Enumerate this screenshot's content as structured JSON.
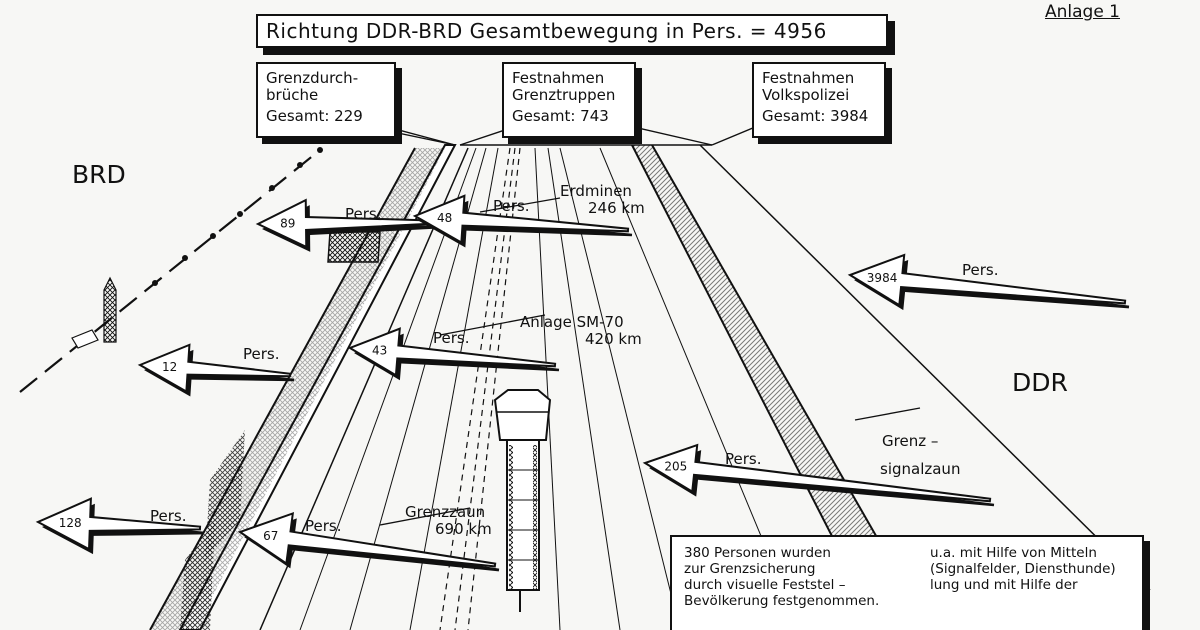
{
  "header": {
    "title": "Richtung DDR-BRD Gesamtbewegung in Pers. = 4956",
    "anlage": "Anlage 1"
  },
  "regions": {
    "west": "BRD",
    "east": "DDR"
  },
  "summary_boxes": [
    {
      "lines": [
        "Grenzdurch-",
        "brüche",
        "Gesamt: 229"
      ]
    },
    {
      "lines": [
        "Festnahmen",
        "Grenztruppen",
        "Gesamt: 743"
      ]
    },
    {
      "lines": [
        "Festnahmen",
        "Volkspolizei",
        "Gesamt: 3984"
      ]
    }
  ],
  "arrows": [
    {
      "value": "89",
      "unit": "Pers."
    },
    {
      "value": "48",
      "unit": "Pers."
    },
    {
      "value": "3984",
      "unit": "Pers."
    },
    {
      "value": "12",
      "unit": "Pers."
    },
    {
      "value": "43",
      "unit": "Pers."
    },
    {
      "value": "205",
      "unit": "Pers."
    },
    {
      "value": "128",
      "unit": "Pers."
    },
    {
      "value": "67",
      "unit": "Pers."
    }
  ],
  "barriers": [
    {
      "lines": [
        "Erdminen",
        "246 km"
      ]
    },
    {
      "lines": [
        "Anlage  SM-70",
        "420 km"
      ]
    },
    {
      "lines": [
        "Grenzzaun",
        "690 km"
      ]
    },
    {
      "lines": [
        "Grenz –",
        "signalzaun"
      ]
    }
  ],
  "note": {
    "left": [
      "380  Personen  wurden",
      "zur Grenzsicherung",
      "durch  visuelle  Feststel –",
      "Bevölkerung  festgenommen."
    ],
    "right": [
      "u.a. mit  Hilfe von  Mitteln",
      "(Signalfelder, Diensthunde)",
      "lung und mit Hilfe       der"
    ]
  }
}
